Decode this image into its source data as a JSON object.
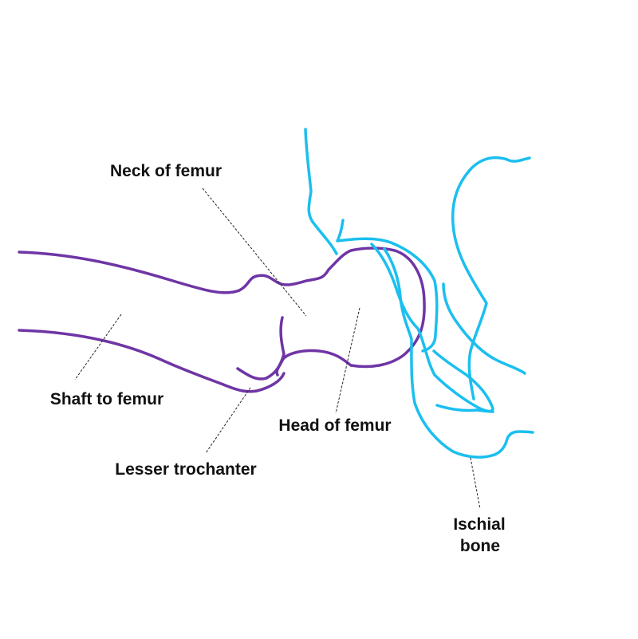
{
  "colors": {
    "femur": "#6f35a5",
    "pelvis": "#1bbfef",
    "label": "#111111",
    "background": "#ffffff"
  },
  "labels": {
    "neck": "Neck of femur",
    "shaft": "Shaft to femur",
    "head": "Head of femur",
    "lesser_trochanter": "Lesser trochanter",
    "ischial_line1": "Ischial",
    "ischial_line2": "bone"
  }
}
